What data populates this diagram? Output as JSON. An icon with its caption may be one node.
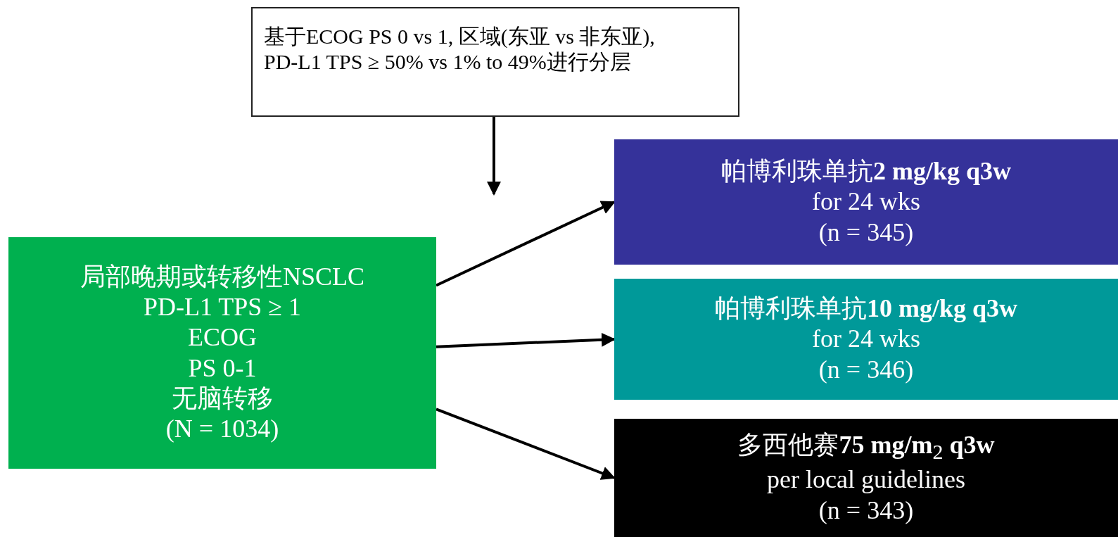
{
  "diagram": {
    "nodes": [
      {
        "text": [
          "基于ECOG PS 0 vs 1, 区域(东亚 vs 非东亚), PD-L1 TPS ≥ 50% vs 1% to 49%进行分层"
        ]
      },
      {
        "text": [
          "局部晚期或转移性NSCLC",
          "PD-L1 TPS ≥ 1",
          "ECOG",
          "PS 0-1",
          "无脑转移",
          "(N = 1034)"
        ]
      },
      {
        "text": [
          "帕博利珠单抗**2 mg/kg q3w**",
          "for 24 wks",
          "(n = 345)"
        ]
      },
      {
        "text": [
          "帕博利珠单抗**10 mg/kg q3w**",
          "for 24 wks",
          "(n = 346)"
        ]
      },
      {
        "text": [
          "多西他赛**75 mg/m**$_{2}$ **q3w**",
          "per local guidelines",
          "(n = 343)"
        ]
      }
    ],
    "edges": [
      {
        "from": 0,
        "to": null,
        "arrow": "to"
      },
      {
        "from": 1,
        "to": 2,
        "arrow": "to"
      },
      {
        "from": 1,
        "to": 3,
        "arrow": "to"
      },
      {
        "from": 1,
        "to": 4,
        "arrow": "to"
      }
    ]
  }
}
